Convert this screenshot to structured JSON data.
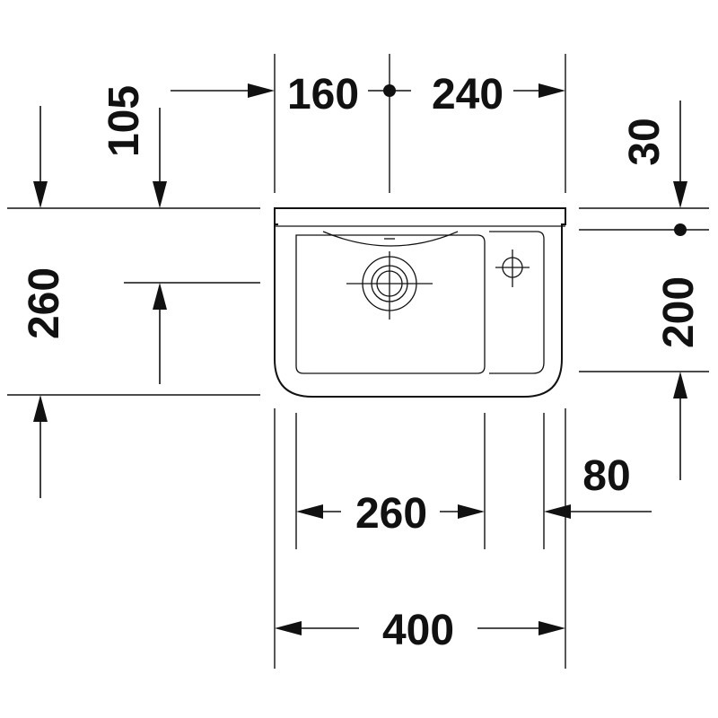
{
  "drawing": {
    "line_color": "#111111",
    "background": "#ffffff",
    "dimensions": {
      "top_width_left": "160",
      "top_width_right": "240",
      "depth_offset": "105",
      "height_total": "260",
      "tap_offset": "30",
      "right_height": "200",
      "bowl_width": "260",
      "side_offset": "80",
      "total_width": "400"
    }
  }
}
